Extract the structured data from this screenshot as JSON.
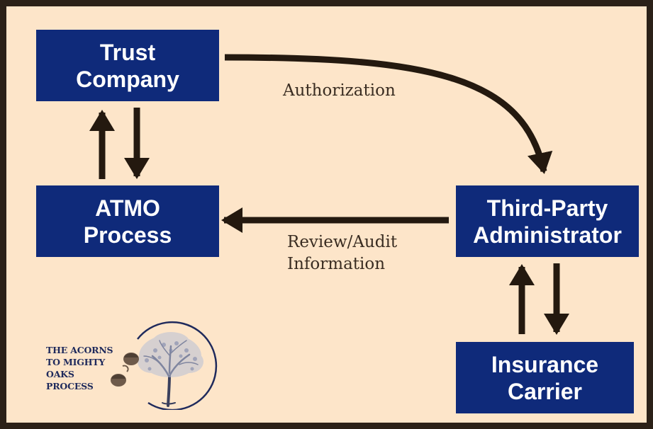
{
  "nodes": {
    "trust_company": [
      "Trust",
      "Company"
    ],
    "atmo_process": [
      "ATMO",
      "Process"
    ],
    "third_party_admin": [
      "Third-Party",
      "Administrator"
    ],
    "insurance_carrier": [
      "Insurance",
      "Carrier"
    ]
  },
  "edges": {
    "authorization": "Authorization",
    "review_audit": [
      "Review/Audit",
      "Information"
    ]
  },
  "logo": {
    "text": [
      "THE ACORNS",
      "TO MIGHTY",
      "OAKS",
      "PROCESS"
    ],
    "icons": [
      "tree-icon",
      "acorn-icon"
    ]
  },
  "colors": {
    "background": "#fde5c9",
    "border": "#2b2118",
    "box": "#0f2a7a",
    "box_text": "#ffffff",
    "arrow": "#24190f",
    "label_text": "#3a2d22",
    "logo_navy": "#1f2a5c"
  }
}
